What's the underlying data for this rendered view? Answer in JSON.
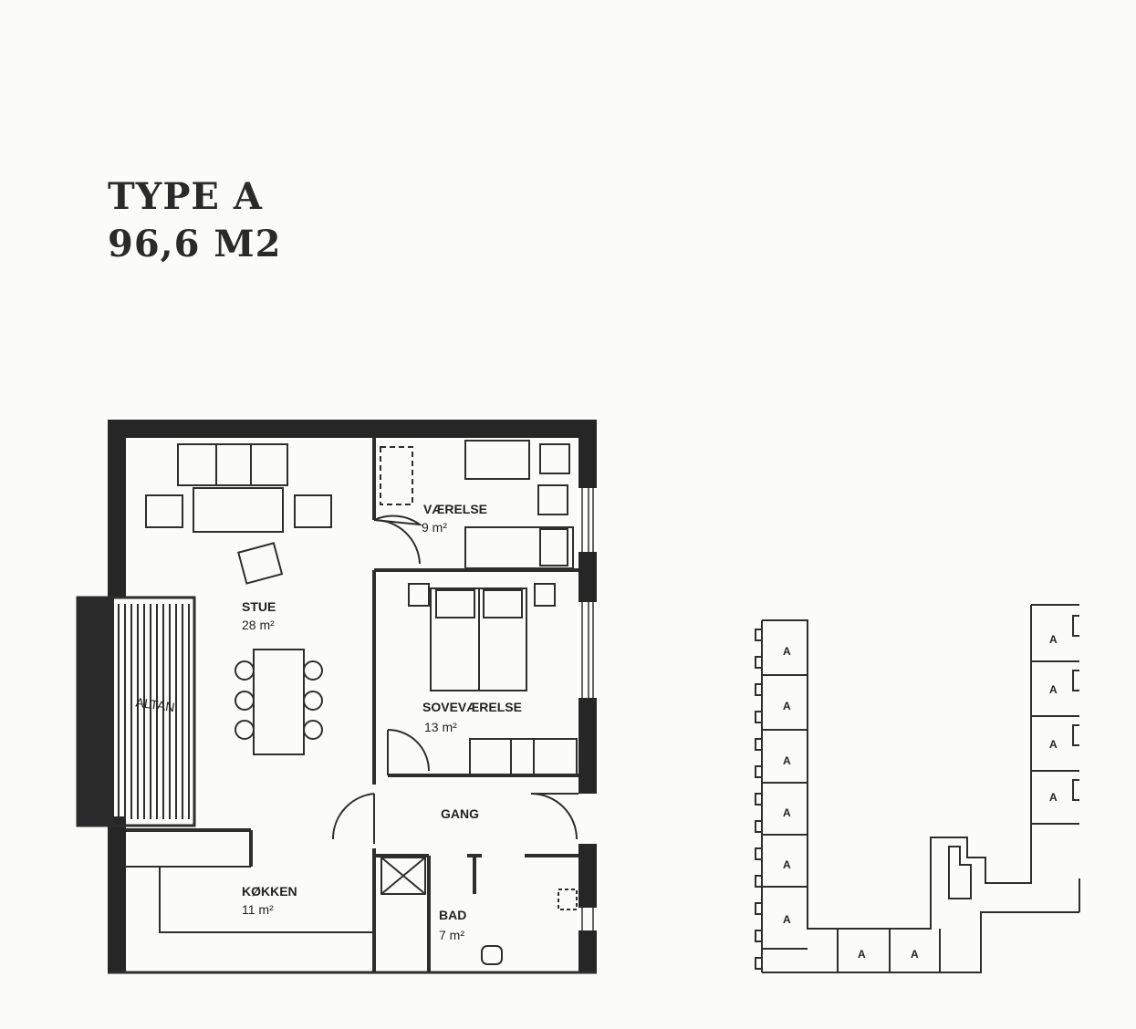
{
  "title": {
    "line1": "TYPE  A",
    "line2": "96,6 M2"
  },
  "rooms": {
    "stue": {
      "name": "STUE",
      "area": "28 m²"
    },
    "vaerelse": {
      "name": "VÆRELSE",
      "area": "9 m²"
    },
    "sovevaerelse": {
      "name": "SOVEVÆRELSE",
      "area": "13 m²"
    },
    "gang": {
      "name": "GANG"
    },
    "kokken": {
      "name": "KØKKEN",
      "area": "11 m²"
    },
    "bad": {
      "name": "BAD",
      "area": "7 m²"
    },
    "altan": {
      "name": "ALTAN"
    }
  },
  "site_plan": {
    "unit_label": "A"
  },
  "colors": {
    "wall": "#262626",
    "line": "#2e2e2e",
    "paper": "#fbfbf9"
  }
}
